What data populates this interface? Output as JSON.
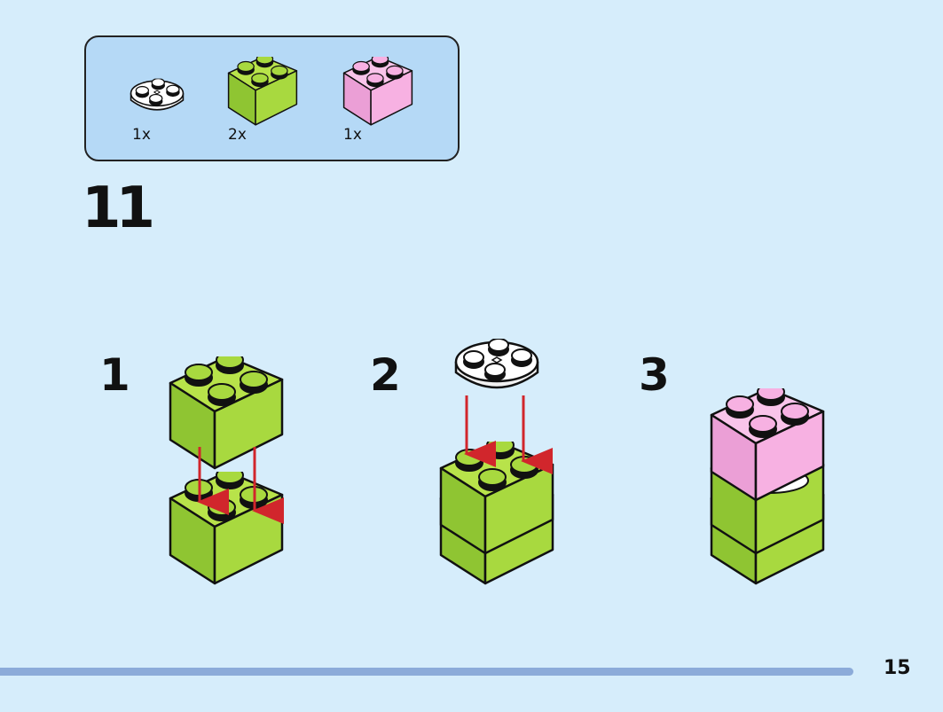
{
  "parts_list": {
    "items": [
      {
        "name": "white-round-plate-2x2-icon",
        "count": "1x",
        "color": "#ffffff"
      },
      {
        "name": "lime-brick-2x2-icon",
        "count": "2x",
        "color": "#a8d93f"
      },
      {
        "name": "pink-brick-2x2-icon",
        "count": "1x",
        "color": "#f7b1e2"
      }
    ]
  },
  "step": {
    "number": "11"
  },
  "substeps": [
    {
      "number": "1"
    },
    {
      "number": "2"
    },
    {
      "number": "3"
    }
  ],
  "colors": {
    "background": "#d6edfb",
    "parts_box": "#b5d9f6",
    "lime": "#a8d93f",
    "pink": "#f7b1e2",
    "arrow": "#d1262c",
    "progress": "#8cabd9"
  },
  "page": {
    "number": "15"
  }
}
